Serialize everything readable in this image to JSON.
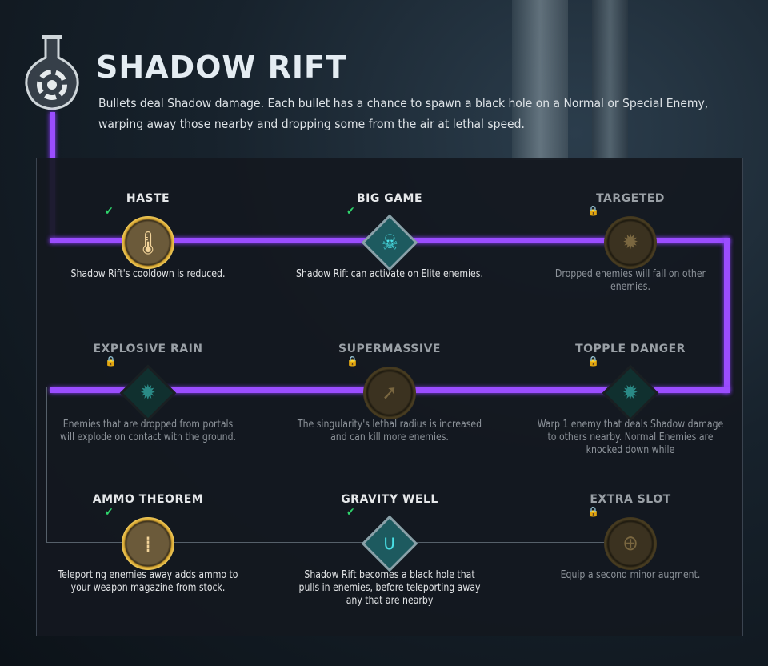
{
  "header": {
    "title": "SHADOW RIFT",
    "description": "Bullets deal Shadow damage. Each bullet has a chance to spawn a black hole on a Normal or Special Enemy, warping away those nearby and dropping some from the air at lethal speed.",
    "icon": "vortex-flask-icon"
  },
  "nodes": [
    {
      "title": "HASTE",
      "desc": "Shadow Rift's cooldown is reduced.",
      "state": "unlocked",
      "shape": "circle",
      "glyph": "🌡"
    },
    {
      "title": "BIG GAME",
      "desc": "Shadow Rift can activate on Elite enemies.",
      "state": "unlocked",
      "shape": "diamond",
      "glyph": "☠"
    },
    {
      "title": "TARGETED",
      "desc": "Dropped enemies will fall on other enemies.",
      "state": "locked",
      "shape": "circle",
      "glyph": "✹"
    },
    {
      "title": "EXPLOSIVE RAIN",
      "desc": "Enemies that are dropped from portals will explode on contact with the ground.",
      "state": "locked",
      "shape": "diamond",
      "glyph": "✹"
    },
    {
      "title": "SUPERMASSIVE",
      "desc": "The singularity's lethal radius is increased and can kill more enemies.",
      "state": "locked",
      "shape": "circle",
      "glyph": "➚"
    },
    {
      "title": "TOPPLE DANGER",
      "desc": "Warp 1 enemy that deals Shadow damage to others nearby. Normal Enemies are knocked down while",
      "state": "locked",
      "shape": "diamond",
      "glyph": "✹"
    },
    {
      "title": "AMMO THEOREM",
      "desc": "Teleporting enemies away adds ammo to your weapon magazine from stock.",
      "state": "unlocked",
      "shape": "circle",
      "glyph": "⁞"
    },
    {
      "title": "GRAVITY WELL",
      "desc": "Shadow Rift becomes a black hole that pulls in enemies, before teleporting away any that are nearby",
      "state": "unlocked",
      "shape": "diamond",
      "glyph": "∪"
    },
    {
      "title": "EXTRA SLOT",
      "desc": "Equip a second minor augment.",
      "state": "locked",
      "shape": "circle",
      "glyph": "⊕"
    }
  ],
  "badges": {
    "check": "✔",
    "lock": "🔒"
  },
  "colors": {
    "path": "#9b4dff",
    "check": "#2fd36b",
    "gold": "#f6d364",
    "teal": "#49e0e6"
  }
}
